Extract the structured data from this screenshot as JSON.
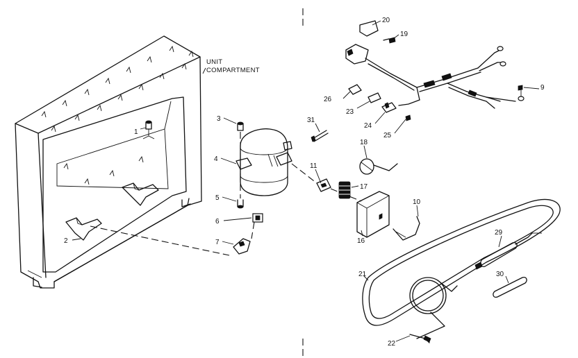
{
  "caption": {
    "unit_compartment_line1": "UNIT",
    "unit_compartment_line2": "COMPARTMENT"
  },
  "labels": {
    "p1": "1",
    "p2": "2",
    "p3": "3",
    "p4": "4",
    "p5": "5",
    "p6": "6",
    "p7": "7",
    "p9": "9",
    "p10": "10",
    "p11": "11",
    "p16": "16",
    "p17": "17",
    "p18": "18",
    "p19": "19",
    "p20": "20",
    "p21": "21",
    "p22": "22",
    "p23": "23",
    "p24": "24",
    "p25": "25",
    "p26": "26",
    "p29": "29",
    "p30": "30",
    "p31": "31"
  }
}
